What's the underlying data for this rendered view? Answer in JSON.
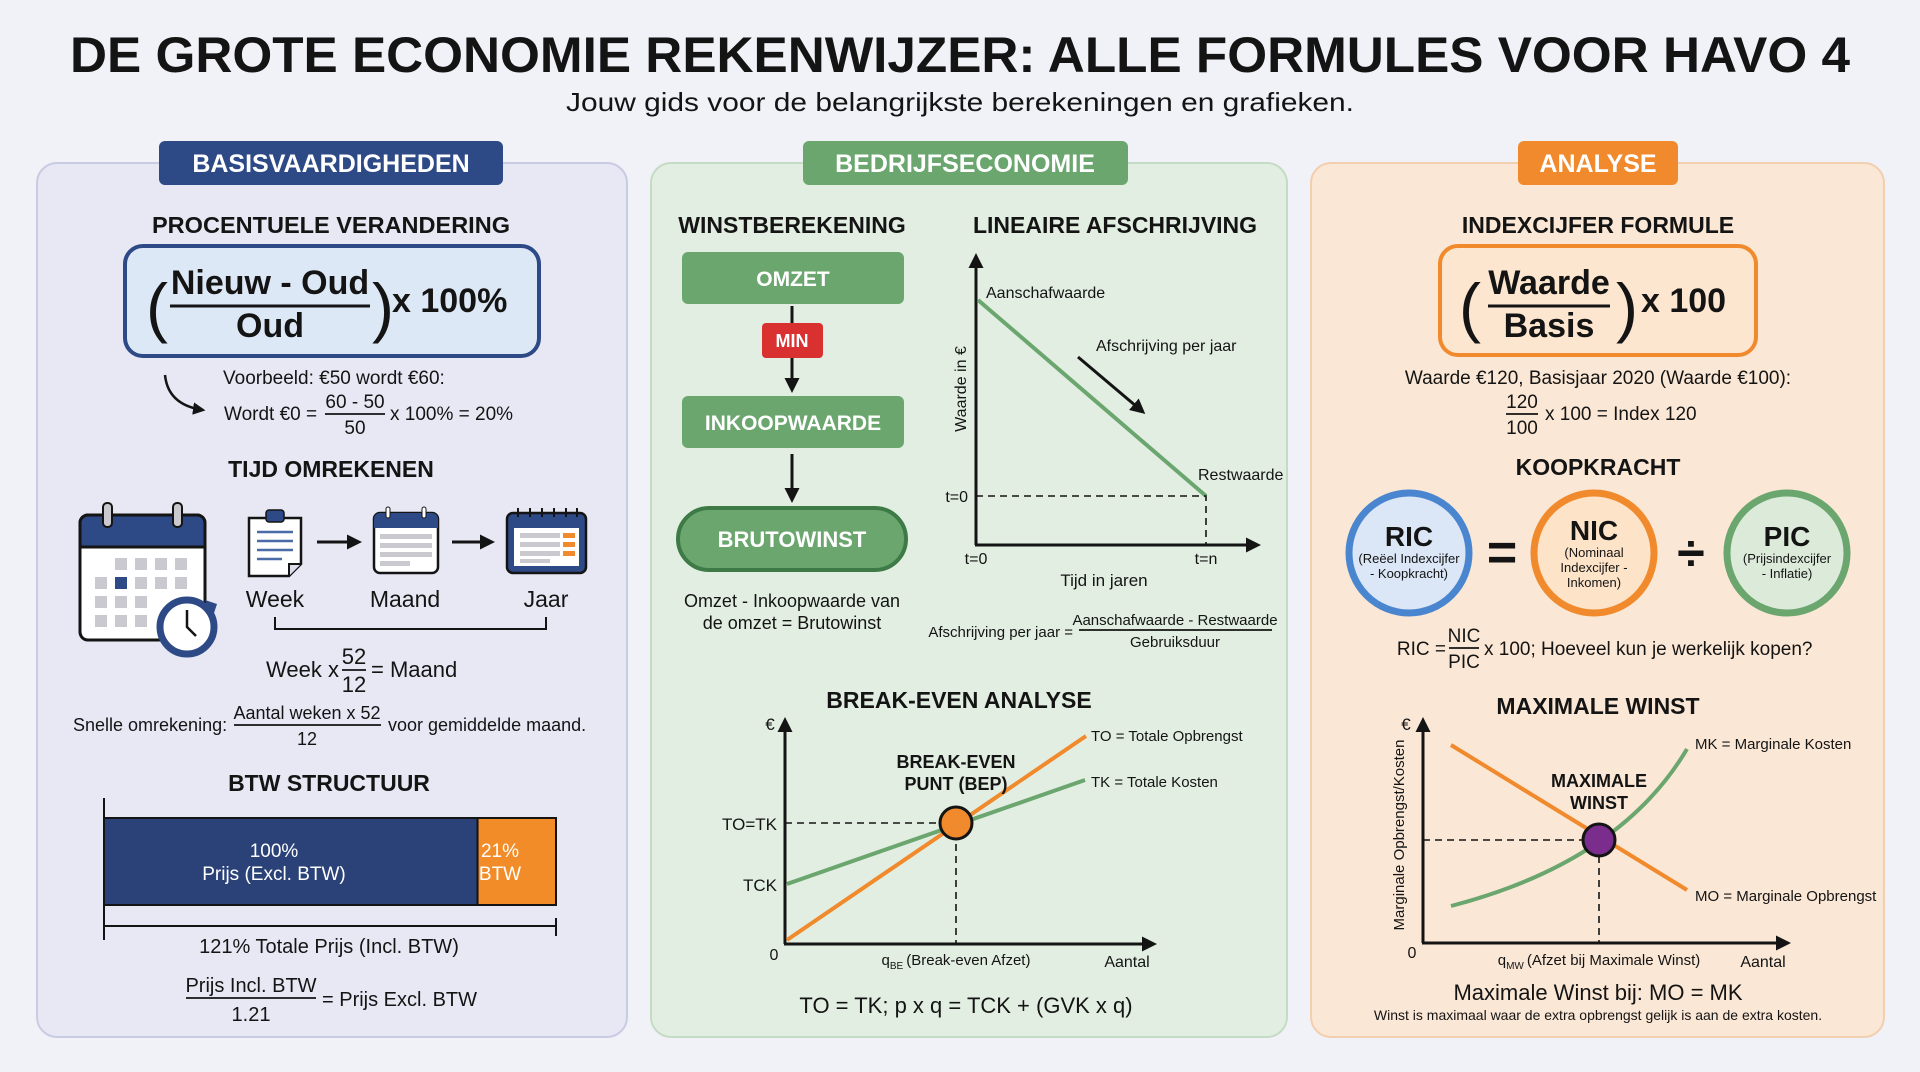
{
  "header": {
    "title": "DE GROTE ECONOMIE REKENWIJZER: ALLE FORMULES VOOR HAVO 4",
    "subtitle": "Jouw gids voor de belangrijkste berekeningen en grafieken."
  },
  "colors": {
    "navy": "#2e4a86",
    "green": "#6aa66e",
    "orange": "#f08a2c",
    "red": "#d93030",
    "purple": "#7b2d8e",
    "blue": "#4a86cf"
  },
  "basis": {
    "badge": "BASISVAARDIGHEDEN",
    "procent": {
      "title": "PROCENTUELE VERANDERING",
      "numerator": "Nieuw - Oud",
      "denominator": "Oud",
      "multiplier": "x 100%",
      "example_line1": "Voorbeeld: €50 wordt €60:",
      "example_prefix": "Wordt €0 =",
      "example_num": "60 - 50",
      "example_den": "50",
      "example_suffix": "x 100% = 20%"
    },
    "tijd": {
      "title": "TIJD OMREKENEN",
      "labels": [
        "Week",
        "Maand",
        "Jaar"
      ],
      "formula_prefix": "Week x",
      "formula_num": "52",
      "formula_den": "12",
      "formula_suffix": "= Maand",
      "quick_prefix": "Snelle omrekening:",
      "quick_num": "Aantal weken x 52",
      "quick_den": "12",
      "quick_suffix": "voor gemiddelde maand."
    },
    "btw": {
      "title": "BTW STRUCTUUR",
      "base_pct": "100%",
      "base_label": "Prijs (Excl. BTW)",
      "btw_pct": "21%",
      "btw_label": "BTW",
      "base_value": 100,
      "btw_value": 21,
      "total_label": "121% Totale Prijs (Incl. BTW)",
      "formula_num": "Prijs Incl. BTW",
      "formula_den": "1.21",
      "formula_suffix": "= Prijs Excl. BTW"
    }
  },
  "bedrijf": {
    "badge": "BEDRIJFSECONOMIE",
    "winst": {
      "title": "WINSTBEREKENING",
      "omzet": "OMZET",
      "min": "MIN",
      "inkoop": "INKOOPWAARDE",
      "bruto": "BRUTOWINST",
      "caption_line1": "Omzet - Inkoopwaarde van",
      "caption_line2": "de omzet = Brutowinst"
    },
    "afschrijving": {
      "title": "LINEAIRE AFSCHRIJVING",
      "start_label": "Aanschafwaarde",
      "arrow_label": "Afschrijving per jaar",
      "end_label": "Restwaarde",
      "y_tick": "t=0",
      "y_label": "Waarde in €",
      "x_tick_start": "t=0",
      "x_tick_end": "t=n",
      "x_label": "Tijd in jaren",
      "formula_prefix": "Afschrijving per jaar =",
      "formula_num": "Aanschafwaarde - Restwaarde",
      "formula_den": "Gebruiksduur"
    },
    "breakeven": {
      "title": "BREAK-EVEN ANALYSE",
      "y_symbol": "€",
      "origin": "0",
      "y_tick_bep": "TO=TK",
      "y_tick_tck": "TCK",
      "point_label_1": "BREAK-EVEN",
      "point_label_2": "PUNT (BEP)",
      "to_label": "TO = Totale Opbrengst",
      "tk_label": "TK = Totale Kosten",
      "x_tick_q": "q",
      "x_tick_sub": "BE",
      "x_tick_rest": "(Break-even Afzet)",
      "x_label": "Aantal",
      "formula": "TO = TK; p x q = TCK + (GVK x q)"
    }
  },
  "analyse": {
    "badge": "ANALYSE",
    "index": {
      "title": "INDEXCIJFER FORMULE",
      "numerator": "Waarde",
      "denominator": "Basis",
      "multiplier": "x 100",
      "example_line1": "Waarde €120, Basisjaar 2020 (Waarde €100):",
      "example_num": "120",
      "example_den": "100",
      "example_suffix": "x 100 = Index 120"
    },
    "koopkracht": {
      "title": "KOOPKRACHT",
      "ric": "RIC",
      "ric_sub1": "(Reëel Indexcijfer",
      "ric_sub2": "- Koopkracht)",
      "equals": "=",
      "nic": "NIC",
      "nic_sub1": "(Nominaal",
      "nic_sub2": "Indexcijfer -",
      "nic_sub3": "Inkomen)",
      "divide": "÷",
      "pic": "PIC",
      "pic_sub1": "(Prijsindexcijfer",
      "pic_sub2": "- Inflatie)",
      "formula_prefix": "RIC =",
      "formula_num": "NIC",
      "formula_den": "PIC",
      "formula_suffix": "x 100; Hoeveel kun je werkelijk kopen?"
    },
    "maxwinst": {
      "title": "MAXIMALE WINST",
      "y_symbol": "€",
      "origin": "0",
      "y_label": "Marginale Opbrengst/Kosten",
      "point_label_1": "MAXIMALE",
      "point_label_2": "WINST",
      "mk_label": "MK = Marginale Kosten",
      "mo_label": "MO = Marginale Opbrengst",
      "x_tick_q": "q",
      "x_tick_sub": "MW",
      "x_tick_rest": "(Afzet bij Maximale Winst)",
      "x_label": "Aantal",
      "rule": "Maximale Winst bij: MO = MK",
      "explanation": "Winst is maximaal waar de extra opbrengst gelijk is aan de extra kosten."
    }
  }
}
